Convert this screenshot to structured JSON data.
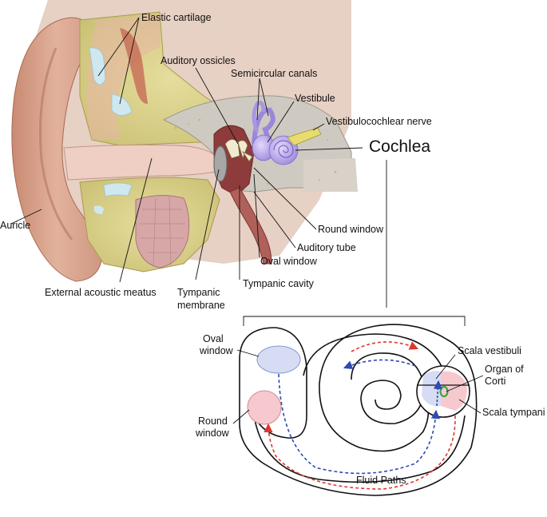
{
  "colors": {
    "skin": "#d9a58e",
    "bone": "#d4cc86",
    "cartilage_blue": "#cfe8f0",
    "canal": "#b06060",
    "labyrinth": "#b9a6e8",
    "oval_window_fill": "#d7dcf5",
    "round_window_fill": "#f6c9cf",
    "flow_red": "#e0362c",
    "flow_blue": "#2f4bb3",
    "corti_green": "#2aa63a"
  },
  "ear_labels": {
    "elastic_cartilage": "Elastic cartilage",
    "auditory_ossicles": "Auditory ossicles",
    "semicircular_canals": "Semicircular canals",
    "vestibule": "Vestibule",
    "vestibulocochlear_nerve": "Vestibulocochlear nerve",
    "cochlea": "Cochlea",
    "auricle": "Auricle",
    "round_window": "Round window",
    "auditory_tube": "Auditory tube",
    "oval_window": "Oval window",
    "external_acoustic_meatus": "External acoustic meatus",
    "tympanic_cavity": "Tympanic cavity",
    "tympanic_membrane_line1": "Tympanic",
    "tympanic_membrane_line2": "membrane"
  },
  "cochlea_labels": {
    "oval_window_line1": "Oval",
    "oval_window_line2": "window",
    "round_window_line1": "Round",
    "round_window_line2": "window",
    "scala_vestibuli": "Scala vestibuli",
    "organ_of_corti_line1": "Organ of",
    "organ_of_corti_line2": "Corti",
    "scala_tympani": "Scala tympani",
    "fluid_paths": "Fluid Paths"
  }
}
